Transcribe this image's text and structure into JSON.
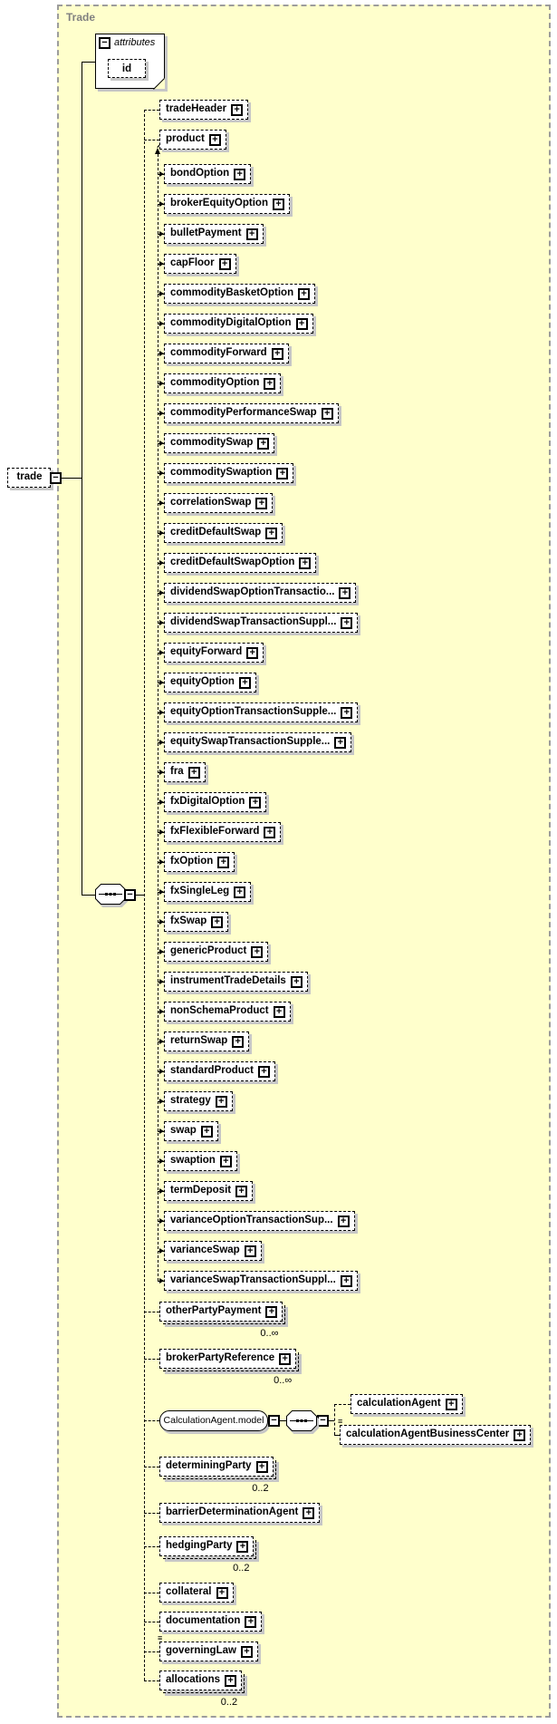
{
  "container": {
    "label": "Trade"
  },
  "root": {
    "label": "trade"
  },
  "attributes": {
    "header": "attributes",
    "items": [
      {
        "label": "id"
      }
    ]
  },
  "sequence": {
    "compositor": "sequence",
    "children_head": [
      {
        "label": "tradeHeader"
      },
      {
        "label": "product",
        "substitution_head": true
      }
    ],
    "substitution_members": [
      "bondOption",
      "brokerEquityOption",
      "bulletPayment",
      "capFloor",
      "commodityBasketOption",
      "commodityDigitalOption",
      "commodityForward",
      "commodityOption",
      "commodityPerformanceSwap",
      "commoditySwap",
      "commoditySwaption",
      "correlationSwap",
      "creditDefaultSwap",
      "creditDefaultSwapOption",
      "dividendSwapOptionTransactio...",
      "dividendSwapTransactionSuppl...",
      "equityForward",
      "equityOption",
      "equityOptionTransactionSupple...",
      "equitySwapTransactionSupple...",
      "fra",
      "fxDigitalOption",
      "fxFlexibleForward",
      "fxOption",
      "fxSingleLeg",
      "fxSwap",
      "genericProduct",
      "instrumentTradeDetails",
      "nonSchemaProduct",
      "returnSwap",
      "standardProduct",
      "strategy",
      "swap",
      "swaption",
      "termDeposit",
      "varianceOptionTransactionSup...",
      "varianceSwap",
      "varianceSwapTransactionSuppl..."
    ],
    "children_tail": [
      {
        "label": "otherPartyPayment",
        "occurs": "0..∞",
        "multi": true
      },
      {
        "label": "brokerPartyReference",
        "occurs": "0..∞",
        "multi": true
      },
      {
        "label": "CalculationAgent.model",
        "kind": "group",
        "compositor": "sequence"
      },
      {
        "label": "determiningParty",
        "occurs": "0..2",
        "multi": true
      },
      {
        "label": "barrierDeterminationAgent"
      },
      {
        "label": "hedgingParty",
        "occurs": "0..2",
        "multi": true
      },
      {
        "label": "collateral"
      },
      {
        "label": "documentation"
      },
      {
        "label": "governingLaw",
        "corner_icon": true
      },
      {
        "label": "allocations",
        "occurs": "0..2",
        "multi": true
      }
    ],
    "group_children": [
      {
        "label": "calculationAgent"
      },
      {
        "label": "calculationAgentBusinessCenter",
        "corner_icon": true
      }
    ]
  },
  "icons": {
    "expand": "plus-box-icon",
    "collapse": "minus-box-icon",
    "sequence": "sequence-compositor-icon",
    "substitution_head": "northeast-arrow-icon",
    "substitution_member": "right-arrowhead-icon",
    "corner": "corner-lines-icon"
  },
  "colors": {
    "container_bg": "#FFFFCC",
    "container_border": "#9C9C9C",
    "box_bg": "#FFFFFF",
    "box_border": "#000000",
    "shadow": "#C6C6C6",
    "frame_label": "#808080"
  }
}
